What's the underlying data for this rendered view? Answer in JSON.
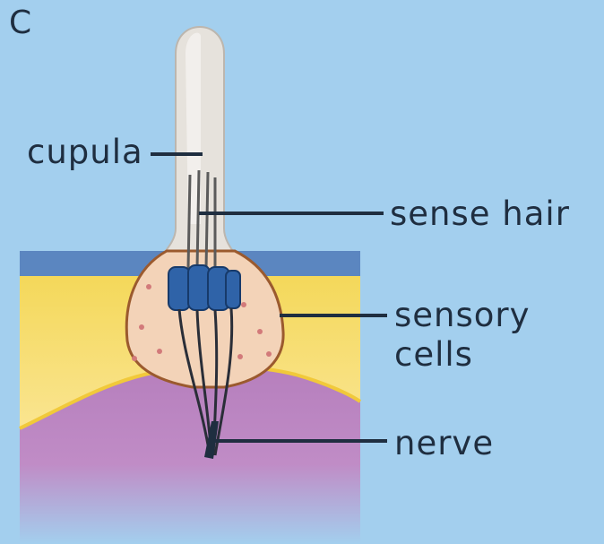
{
  "panel_letter": "C",
  "labels": {
    "cupula": "cupula",
    "sense_hair": "sense hair",
    "sensory_line1": "sensory",
    "sensory_line2": "cells",
    "nerve": "nerve"
  },
  "colors": {
    "background": "#a3cfee",
    "surface_layer": "#5b86c0",
    "yellow_tissue": "#f6dc6a",
    "purple_tissue": "#b67fbd",
    "cupula": "#e6e2dc",
    "sensory_cell_body": "#f3d3b8",
    "hair_cells": "#2f63a8",
    "leader_lines": "#1f2e40"
  }
}
